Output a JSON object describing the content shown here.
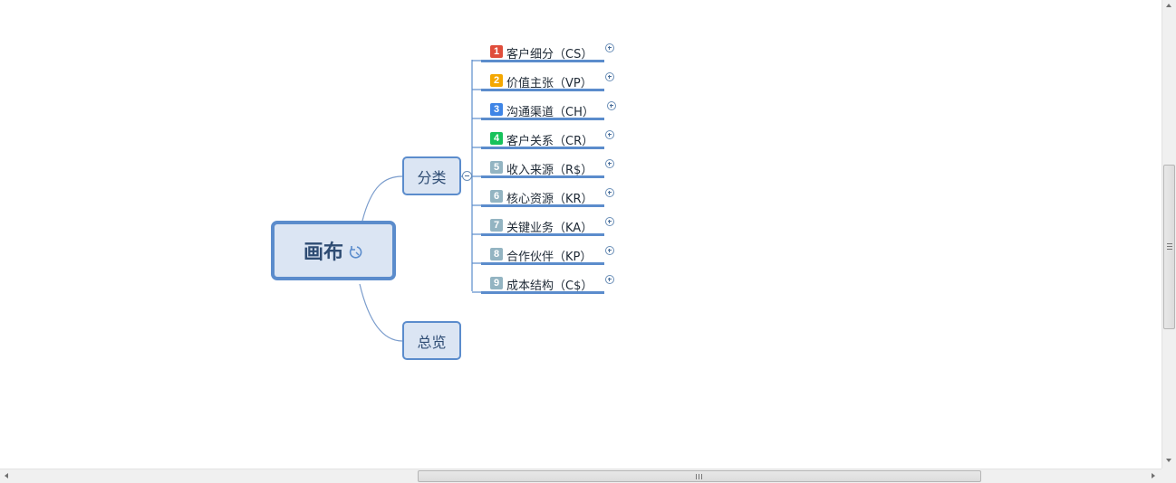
{
  "root": {
    "label": "画布"
  },
  "branches": [
    {
      "label": "分类"
    },
    {
      "label": "总览"
    }
  ],
  "categories": [
    {
      "number": "1",
      "label": "客户细分（CS）",
      "color": "#e04d3b"
    },
    {
      "number": "2",
      "label": "价值主张（VP）",
      "color": "#f4a700"
    },
    {
      "number": "3",
      "label": "沟通渠道（CH）",
      "color": "#3f85e6"
    },
    {
      "number": "4",
      "label": "客户关系（CR）",
      "color": "#17c25b"
    },
    {
      "number": "5",
      "label": "收入来源（R$）",
      "color": "#93b4c2"
    },
    {
      "number": "6",
      "label": "核心资源（KR）",
      "color": "#93b4c2"
    },
    {
      "number": "7",
      "label": "关键业务（KA）",
      "color": "#93b4c2"
    },
    {
      "number": "8",
      "label": "合作伙伴（KP）",
      "color": "#93b4c2"
    },
    {
      "number": "9",
      "label": "成本结构（C$）",
      "color": "#93b4c2"
    }
  ]
}
